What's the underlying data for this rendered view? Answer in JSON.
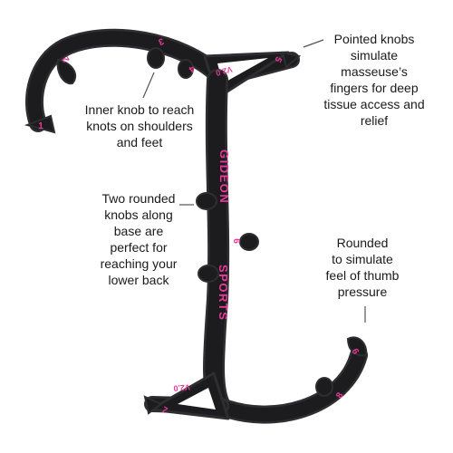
{
  "image": {
    "brand_text": "GIDEON",
    "brand_text2": "SPORTS",
    "version_text": "V2.0",
    "knob_numbers": [
      "1",
      "2",
      "3",
      "4",
      "5",
      "6",
      "7",
      "8",
      "9"
    ],
    "colors": {
      "body": "#1c1c1e",
      "body_edge": "#2e2e31",
      "accent": "#e8399a",
      "leader": "#555555"
    }
  },
  "callouts": {
    "pointed_knobs": [
      "Pointed knobs",
      "simulate",
      "masseuse’s",
      "fingers for deep",
      "tissue access and",
      "relief"
    ],
    "inner_knob": [
      "Inner knob to reach",
      "knots on shoulders",
      "and feet"
    ],
    "base_knobs": [
      "Two rounded",
      "knobs along",
      "base are",
      "perfect for",
      "reaching your",
      "lower back"
    ],
    "rounded": [
      "Rounded",
      "to simulate",
      "feel of thumb",
      "pressure"
    ]
  }
}
